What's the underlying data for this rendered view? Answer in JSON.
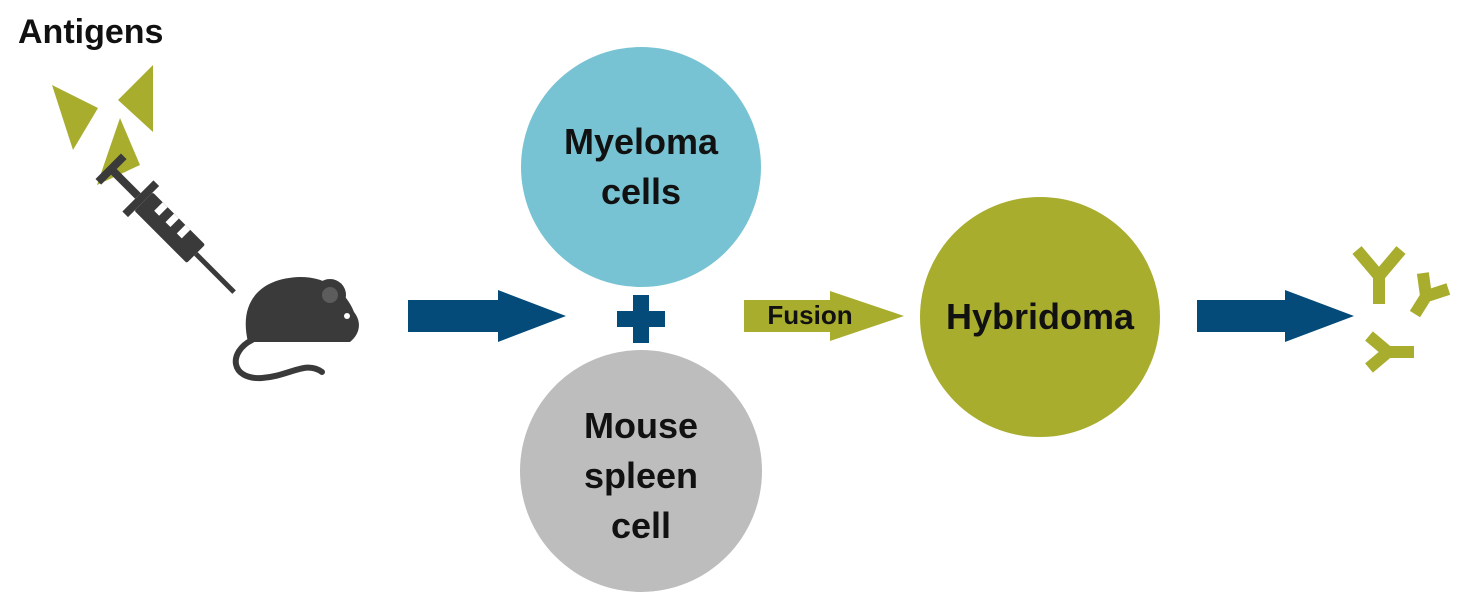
{
  "labels": {
    "antigens": "Antigens",
    "fusion": "Fusion"
  },
  "nodes": {
    "myeloma": {
      "line1": "Myeloma",
      "line2": "cells",
      "color": "#78c3d3"
    },
    "spleen": {
      "line1": "Mouse",
      "line2": "spleen",
      "line3": "cell",
      "color": "#bdbdbd"
    },
    "hybridoma": {
      "line1": "Hybridoma",
      "color": "#a8ad2e"
    }
  },
  "icons": {
    "antigen": "triangle-antigen-icon",
    "syringe": "syringe-icon",
    "mouse": "mouse-icon",
    "plus": "plus-icon",
    "antibody": "antibody-y-icon"
  },
  "colors": {
    "arrow_blue": "#054b7a",
    "olive": "#a8ad2e",
    "dark_gray": "#3a3a3a"
  }
}
